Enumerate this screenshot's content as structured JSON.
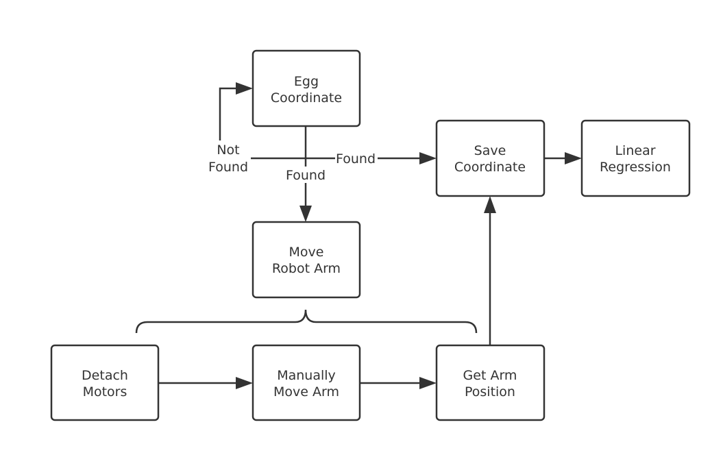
{
  "nodes": {
    "egg_coordinate": {
      "line1": "Egg",
      "line2": "Coordinate"
    },
    "save_coordinate": {
      "line1": "Save",
      "line2": "Coordinate"
    },
    "linear_regression": {
      "line1": "Linear",
      "line2": "Regression"
    },
    "move_robot_arm": {
      "line1": "Move",
      "line2": "Robot Arm"
    },
    "detach_motors": {
      "line1": "Detach",
      "line2": "Motors"
    },
    "manually_move_arm": {
      "line1": "Manually",
      "line2": "Move Arm"
    },
    "get_arm_position": {
      "line1": "Get Arm",
      "line2": "Position"
    }
  },
  "edge_labels": {
    "not_found_line1": "Not",
    "not_found_line2": "Found",
    "found_horizontal": "Found",
    "found_vertical": "Found"
  },
  "colors": {
    "stroke": "#333333",
    "background": "#ffffff"
  }
}
